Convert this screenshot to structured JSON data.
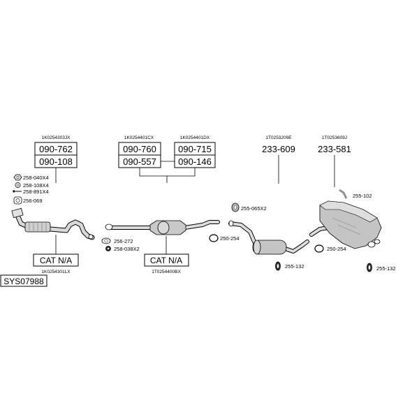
{
  "system_code": "SYS07988",
  "groups": {
    "front": {
      "ref_top": "1K0254303JX",
      "codes": [
        "090-762",
        "090-108"
      ],
      "cat": "CAT N/A",
      "ref_bottom": "1K0254301LX",
      "parts": [
        "258-040X4",
        "258-108X4",
        "258-891X4",
        "256-069"
      ]
    },
    "middle": {
      "ref_left": "1K0254401CX",
      "ref_right": "1K0254401DX",
      "codes": [
        "090-760",
        "090-715",
        "090-557",
        "090-146"
      ],
      "cat": "CAT N/A",
      "ref_bottom": "1T0254400BX",
      "parts": [
        "256-272",
        "258-038X2"
      ]
    },
    "center_muffler": {
      "ref": "1T0253209E",
      "code": "233-609",
      "parts": [
        "255-065X2",
        "250-254",
        "255-132"
      ]
    },
    "rear_muffler": {
      "ref": "1T0253609J",
      "code": "233-581",
      "parts": [
        "255-102",
        "250-254",
        "255-132"
      ]
    }
  }
}
